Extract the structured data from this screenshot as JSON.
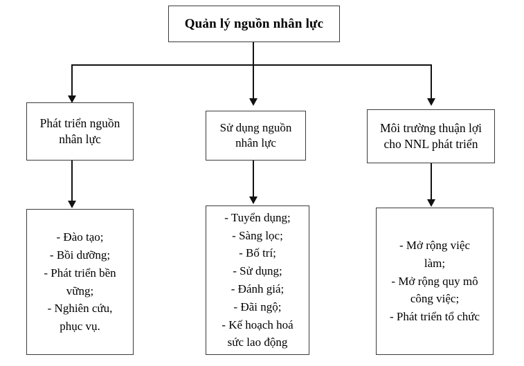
{
  "diagram": {
    "title": "Quản lý nguồn nhân lực",
    "root": {
      "label": "Quản lý nguồn nhân lực"
    },
    "branches": [
      {
        "label": "Phát triển nguồn\nnhân lực",
        "details": "- Đào tạo;\n- Bồi dưỡng;\n- Phát triển bền\nvững;\n- Nghiên cứu,\nphục vụ.",
        "detail_items": [
          "- Đào tạo;",
          "- Bồi dưỡng;",
          "- Phát triển bền vững;",
          "- Nghiên cứu, phục vụ."
        ]
      },
      {
        "label": "Sử dụng nguồn\nnhân lực",
        "details": "- Tuyển dụng;\n- Sàng lọc;\n- Bố trí;\n- Sử dụng;\n- Đánh giá;\n- Đãi ngộ;\n- Kế hoạch hoá\nsức lao động",
        "detail_items": [
          "- Tuyển dụng;",
          "- Sàng lọc;",
          "- Bố trí;",
          "- Sử dụng;",
          "- Đánh giá;",
          "- Đãi ngộ;",
          "- Kế hoạch hoá sức lao động"
        ]
      },
      {
        "label": "Môi trường thuận lợi\ncho NNL phát triển",
        "details": "- Mở rộng việc\nlàm;\n- Mở rộng quy mô\ncông việc;\n- Phát triển tổ chức",
        "detail_items": [
          "- Mở rộng việc làm;",
          "- Mở rộng quy mô công việc;",
          "- Phát triển tổ chức"
        ]
      }
    ],
    "colors": {
      "box_border": "#3a3a3a",
      "connector": "#111111",
      "background": "#ffffff",
      "text": "#000000"
    }
  }
}
